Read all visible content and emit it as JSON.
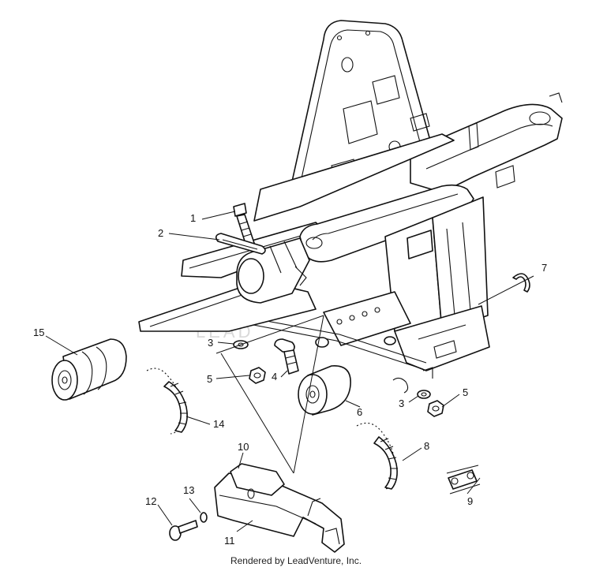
{
  "watermark": "LEAD",
  "footer": "Rendered by LeadVenture, Inc.",
  "callouts": [
    {
      "id": "1",
      "label": "1"
    },
    {
      "id": "2",
      "label": "2"
    },
    {
      "id": "3a",
      "label": "3"
    },
    {
      "id": "3b",
      "label": "3"
    },
    {
      "id": "4",
      "label": "4"
    },
    {
      "id": "5a",
      "label": "5"
    },
    {
      "id": "5b",
      "label": "5"
    },
    {
      "id": "6",
      "label": "6"
    },
    {
      "id": "7",
      "label": "7"
    },
    {
      "id": "8",
      "label": "8"
    },
    {
      "id": "9",
      "label": "9"
    },
    {
      "id": "10",
      "label": "10"
    },
    {
      "id": "11",
      "label": "11"
    },
    {
      "id": "12",
      "label": "12"
    },
    {
      "id": "13",
      "label": "13"
    },
    {
      "id": "14",
      "label": "14"
    },
    {
      "id": "15",
      "label": "15"
    }
  ]
}
